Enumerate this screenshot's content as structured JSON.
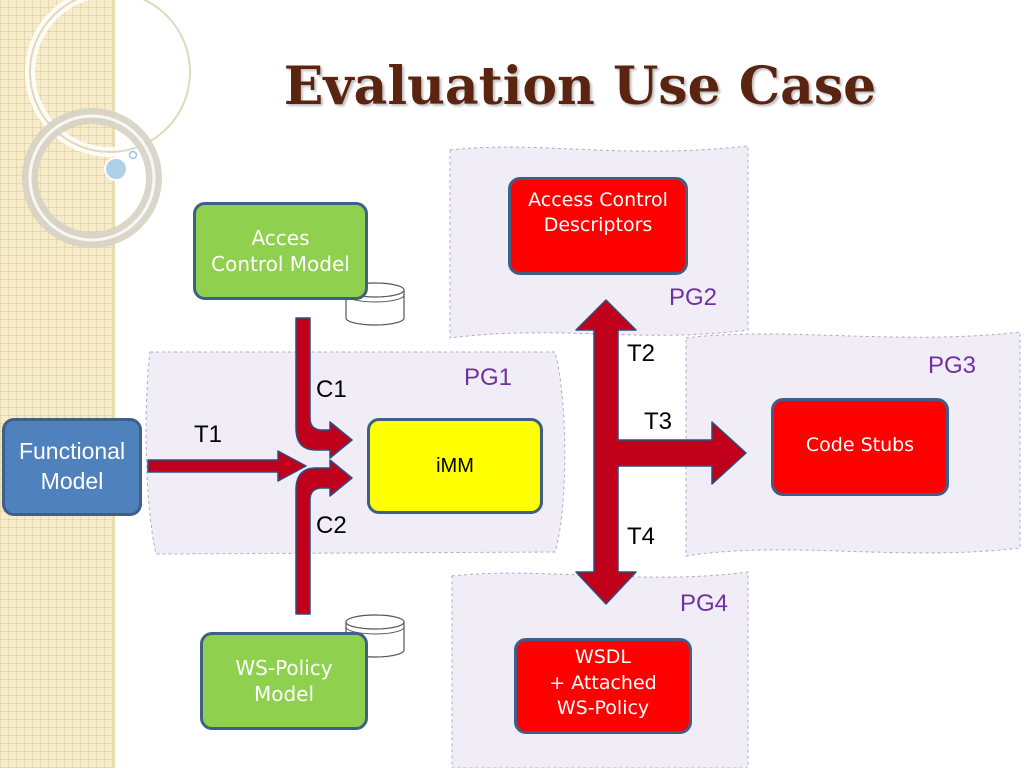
{
  "title": "Evaluation Use Case",
  "boxes": {
    "access_control_model": [
      "Acces",
      "Control Model"
    ],
    "ws_policy_model": [
      "WS-Policy",
      "Model"
    ],
    "functional_model": [
      "Functional",
      "Model"
    ],
    "imm": "iMM",
    "access_control_descriptors": [
      "Access Control",
      "Descriptors"
    ],
    "code_stubs": "Code Stubs",
    "wsdl": [
      "WSDL",
      "+ Attached",
      "WS-Policy"
    ]
  },
  "edge_labels": {
    "t1": "T1",
    "c1": "C1",
    "c2": "C2",
    "t2": "T2",
    "t3": "T3",
    "t4": "T4"
  },
  "group_labels": {
    "pg1": "PG1",
    "pg2": "PG2",
    "pg3": "PG3",
    "pg4": "PG4"
  },
  "colors": {
    "title": "#5a2410",
    "model_box": "#8fd14f",
    "output_box": "#ff0000",
    "imm_box": "#ffff00",
    "functional_box": "#4f81bd",
    "box_border": "#3e5f86",
    "arrow_fill": "#c0001a",
    "arrow_outline": "#2f4d80",
    "group_label": "#7030a0",
    "group_band": "#f1edf7"
  }
}
